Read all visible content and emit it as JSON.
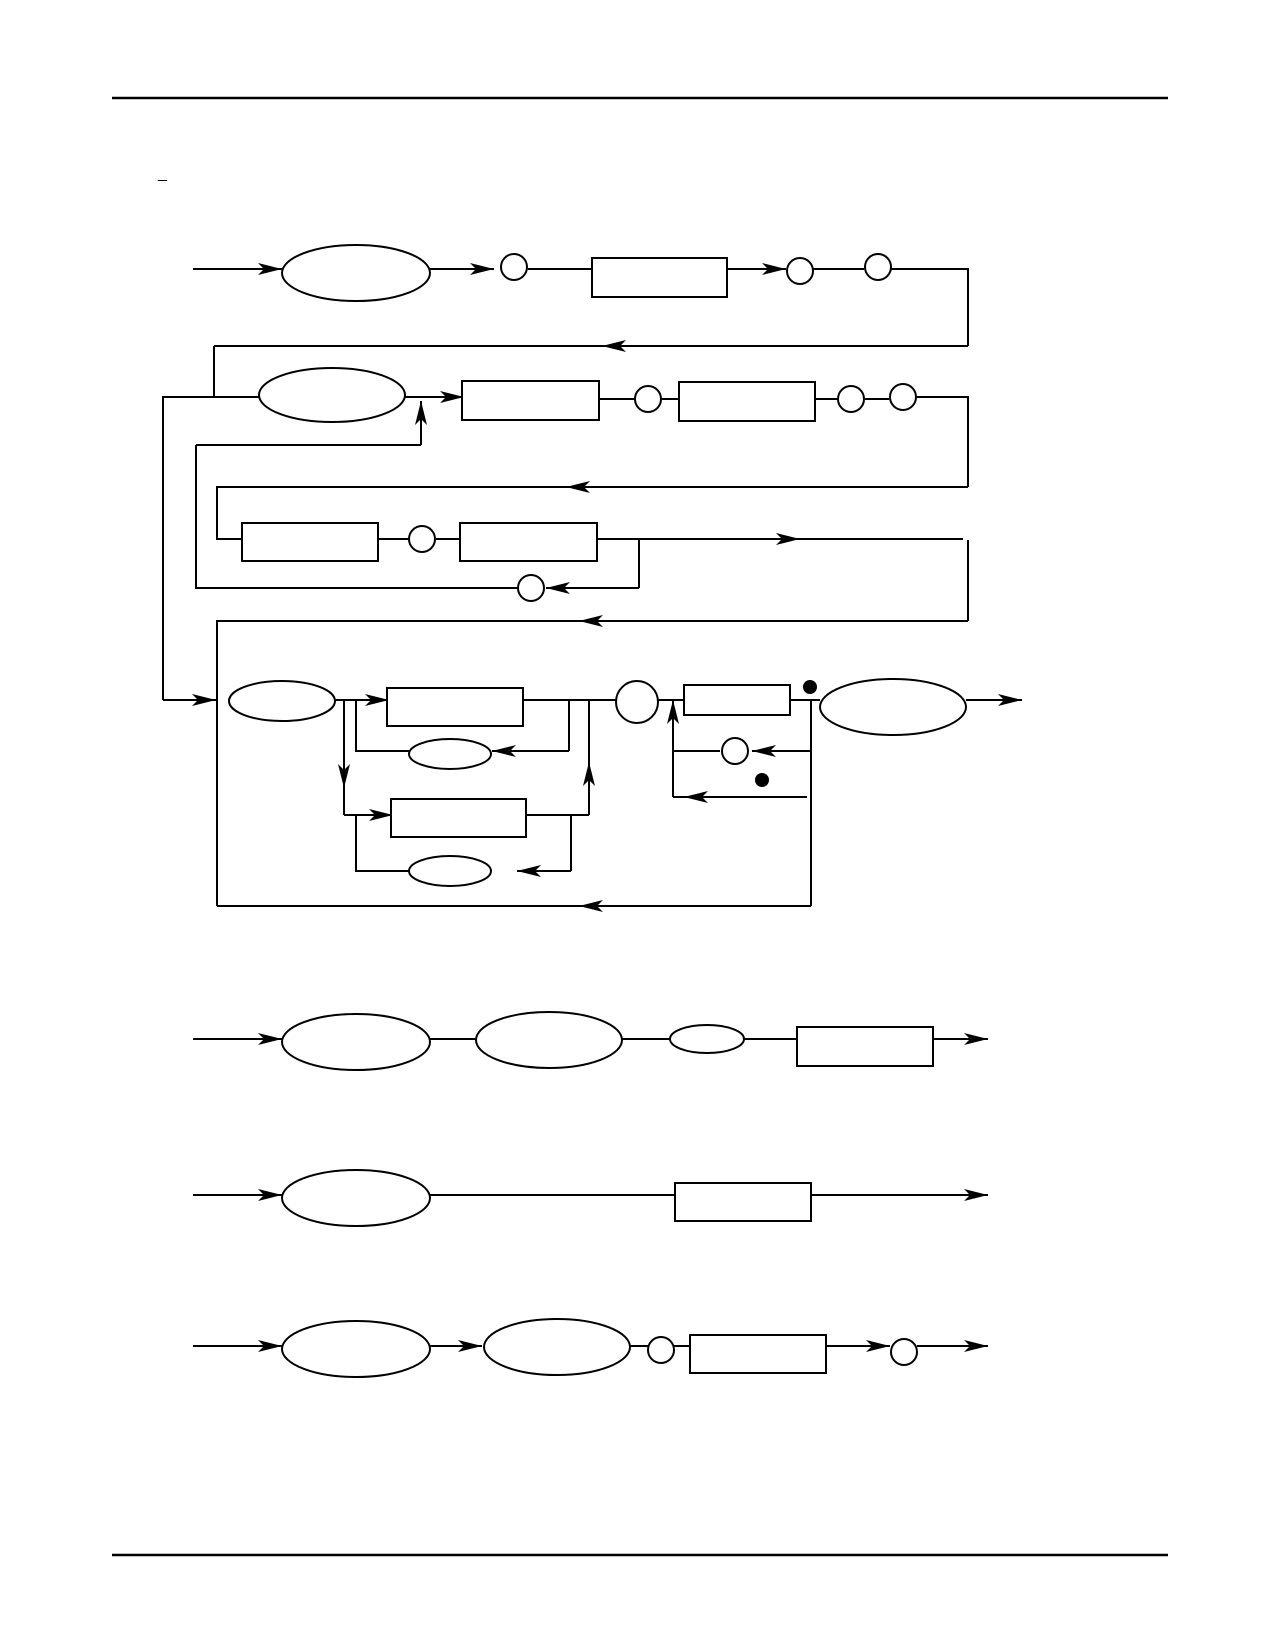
{
  "page": {
    "title_mark": "_"
  },
  "diagrams": [
    {
      "id": "syntax-diagram-main",
      "rows": 4
    },
    {
      "id": "syntax-diagram-2"
    },
    {
      "id": "syntax-diagram-3"
    },
    {
      "id": "syntax-diagram-4"
    }
  ],
  "colors": {
    "line": "#000000",
    "background": "#ffffff"
  }
}
